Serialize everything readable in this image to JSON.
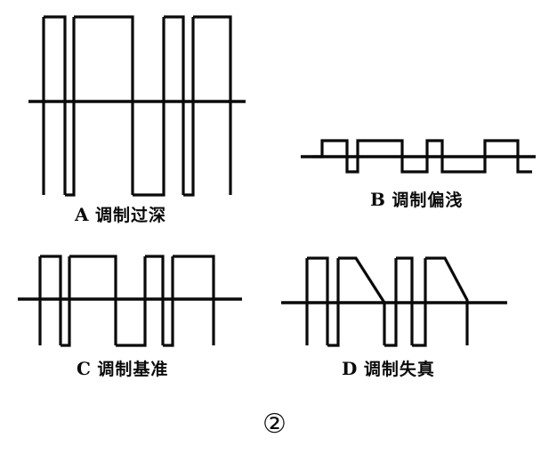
{
  "figure": {
    "page_number": "②",
    "panels": [
      {
        "id": "A",
        "letter": "A",
        "text": "调制过深",
        "caption": "A 调制过深",
        "meaning": "over-modulation"
      },
      {
        "id": "B",
        "letter": "B",
        "text": "调制偏浅",
        "caption": "B 调制偏浅",
        "meaning": "under-modulation"
      },
      {
        "id": "C",
        "letter": "C",
        "text": "调制基准",
        "caption": "C 调制基准",
        "meaning": "reference modulation"
      },
      {
        "id": "D",
        "letter": "D",
        "text": "调制失真",
        "caption": "D 调制失真",
        "meaning": "modulation distortion"
      }
    ]
  },
  "chart_data": {
    "type": "line",
    "title": "",
    "xlabel": "",
    "ylabel": "",
    "grid": false,
    "legend_position": "none",
    "line_color": "#0a0a0a",
    "description": "Four oscilloscope square-wave modulation traces drawn on a horizontal zero baseline",
    "charts": [
      {
        "id": "A",
        "label": "A 调制过深",
        "baseline_y": 0,
        "levels": {
          "high": 1.0,
          "low": -1.1
        },
        "note": "Pulses swing far above and far below the baseline; vertical edges overshoot on both sides",
        "points": [
          [
            48,
            0
          ],
          [
            48,
            1.0
          ],
          [
            72,
            1.0
          ],
          [
            72,
            -1.1
          ],
          [
            82,
            -1.1
          ],
          [
            82,
            1.0
          ],
          [
            148,
            1.0
          ],
          [
            148,
            -1.1
          ],
          [
            183,
            -1.1
          ],
          [
            183,
            1.0
          ],
          [
            205,
            1.0
          ],
          [
            205,
            -1.1
          ],
          [
            216,
            -1.1
          ],
          [
            216,
            1.0
          ],
          [
            258,
            1.0
          ],
          [
            258,
            -1.1
          ]
        ]
      },
      {
        "id": "B",
        "label": "B 调制偏浅",
        "baseline_y": 0,
        "levels": {
          "high": 0.35,
          "low": -0.35
        },
        "note": "Shallow small-amplitude square wave barely departing from the baseline",
        "points": [
          [
            350,
            0
          ],
          [
            362,
            0
          ],
          [
            362,
            0.35
          ],
          [
            390,
            0.35
          ],
          [
            390,
            -0.35
          ],
          [
            402,
            -0.35
          ],
          [
            402,
            0.35
          ],
          [
            452,
            0.35
          ],
          [
            452,
            -0.35
          ],
          [
            480,
            -0.35
          ],
          [
            480,
            0.35
          ],
          [
            497,
            0.35
          ],
          [
            497,
            -0.35
          ],
          [
            545,
            -0.35
          ],
          [
            545,
            0.35
          ],
          [
            582,
            0.35
          ],
          [
            582,
            -0.35
          ],
          [
            598,
            -0.35
          ]
        ]
      },
      {
        "id": "C",
        "label": "C 调制基准",
        "baseline_y": 0,
        "levels": {
          "high": 1.0,
          "low": -1.05
        },
        "note": "Symmetric reference square wave; clean vertical edges, flat tops and bottoms",
        "points": [
          [
            45,
            0
          ],
          [
            45,
            1.0
          ],
          [
            68,
            1.0
          ],
          [
            68,
            -1.05
          ],
          [
            78,
            -1.05
          ],
          [
            78,
            1.0
          ],
          [
            130,
            1.0
          ],
          [
            130,
            -1.05
          ],
          [
            163,
            -1.05
          ],
          [
            163,
            1.0
          ],
          [
            183,
            1.0
          ],
          [
            183,
            -1.05
          ],
          [
            194,
            -1.05
          ],
          [
            194,
            1.0
          ],
          [
            240,
            1.0
          ],
          [
            240,
            -1.05
          ]
        ]
      },
      {
        "id": "D",
        "label": "D 调制失真",
        "baseline_y": 0,
        "levels": {
          "high": 1.0,
          "low": -1.05
        },
        "note": "Distorted wave: two falling edges are sloped ramps instead of vertical transitions",
        "points": [
          [
            330,
            0
          ],
          [
            345,
            0
          ],
          [
            345,
            1.0
          ],
          [
            368,
            1.0
          ],
          [
            368,
            -1.05
          ],
          [
            380,
            -1.05
          ],
          [
            380,
            1.0
          ],
          [
            400,
            1.0
          ],
          [
            432,
            -1.05
          ],
          [
            445,
            -1.05
          ],
          [
            445,
            1.0
          ],
          [
            463,
            1.0
          ],
          [
            463,
            -1.05
          ],
          [
            478,
            -1.05
          ],
          [
            478,
            1.0
          ],
          [
            500,
            1.0
          ],
          [
            525,
            -0.1
          ],
          [
            525,
            -1.05
          ],
          [
            540,
            -1.05
          ]
        ]
      }
    ]
  }
}
